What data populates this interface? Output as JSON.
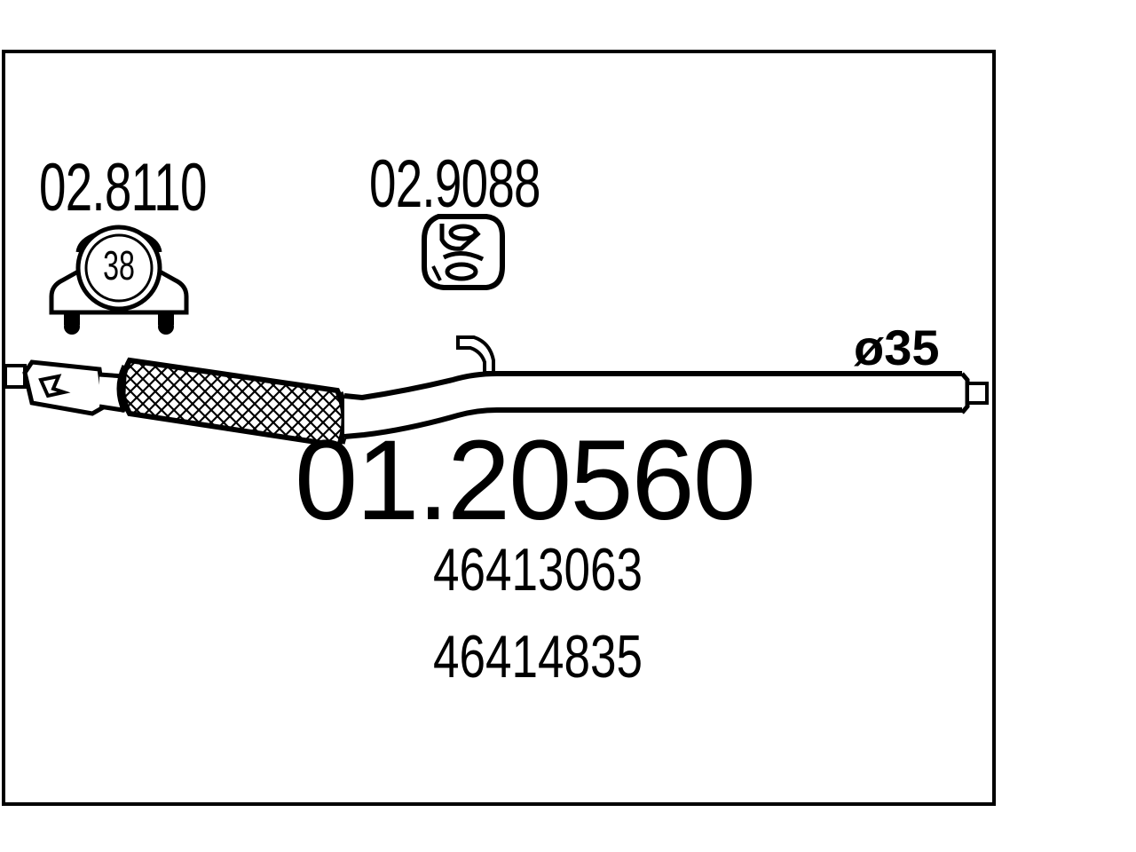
{
  "diagram": {
    "main_part_number": "01.20560",
    "oe_numbers": [
      "46413063",
      "46414835"
    ],
    "pipe_diameter_label": "ø35",
    "accessories": [
      {
        "code": "02.8110",
        "type": "clamp",
        "size_label": "38"
      },
      {
        "code": "02.9088",
        "type": "rubber-hanger"
      }
    ]
  }
}
